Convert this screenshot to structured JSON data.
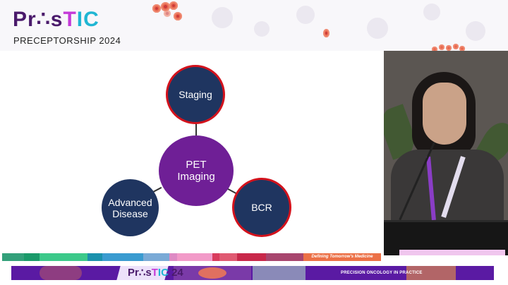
{
  "header": {
    "logo_parts": {
      "pr": "Pr",
      "os": "∴s",
      "t": "T",
      "ic": "IC"
    },
    "subtitle": "PRECEPTORSHIP 2024"
  },
  "slide": {
    "diagram": {
      "center": {
        "label_line1": "PET",
        "label_line2": "Imaging",
        "color": "#6f1f96"
      },
      "nodes": [
        {
          "id": "staging",
          "label_line1": "Staging",
          "label_line2": "",
          "fill": "#1f3560",
          "ring": "#d3121c",
          "highlighted": true
        },
        {
          "id": "advanced-disease",
          "label_line1": "Advanced",
          "label_line2": "Disease",
          "fill": "#1f3560",
          "ring": null,
          "highlighted": false
        },
        {
          "id": "bcr",
          "label_line1": "BCR",
          "label_line2": "",
          "fill": "#1f3560",
          "ring": "#d3121c",
          "highlighted": true
        }
      ]
    }
  },
  "footer": {
    "tagline": "Defining Tomorrow's Medicine",
    "stripe_colors": [
      "#33a07a",
      "#1a9a6a",
      "#3cc98a",
      "#1a91ad",
      "#3a9bd0",
      "#5a9ad4",
      "#7aaad6",
      "#de8ac4",
      "#f29ac8",
      "#d93b5d",
      "#e05a72",
      "#c8284a",
      "#a8466e",
      "#e0503a"
    ],
    "banner": {
      "logo_parts": {
        "pr": "Pr",
        "os": "∴s",
        "t": "T",
        "ic": "IC",
        "year": " 24"
      },
      "tagline": "PRECISION ONCOLOGY IN PRACTICE"
    }
  },
  "video": {
    "description": "speaker-at-podium"
  }
}
